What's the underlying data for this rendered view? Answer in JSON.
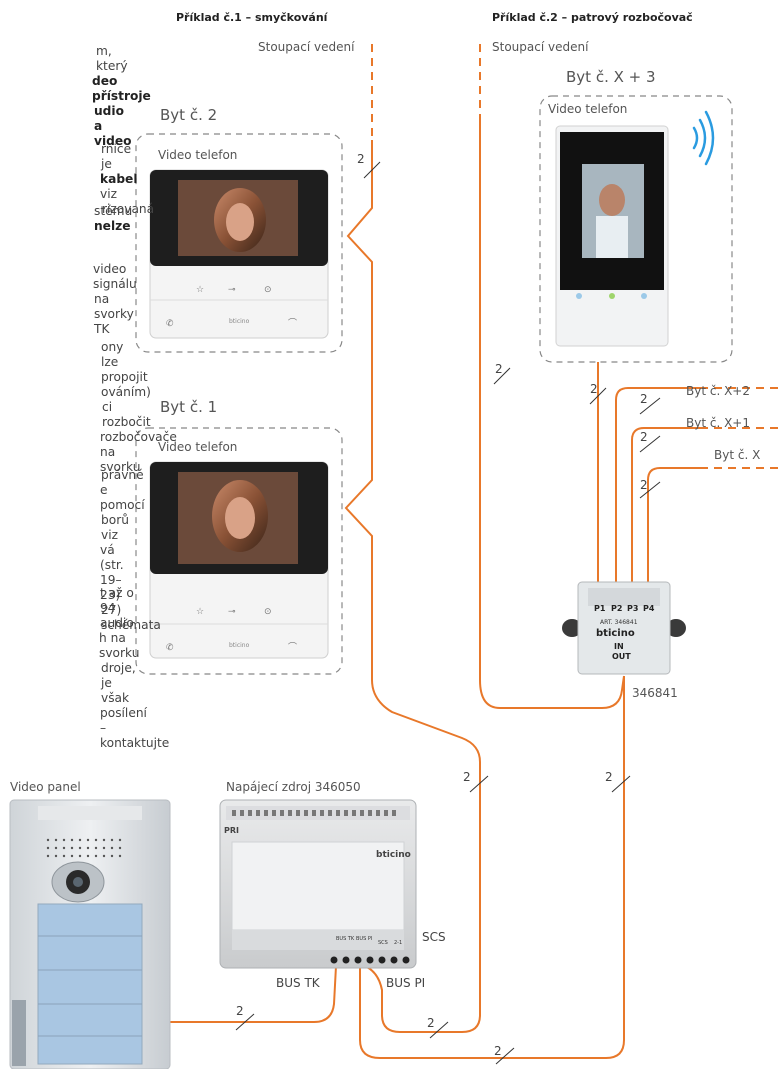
{
  "headings": {
    "example1": "Příklad č.1 – smyčkování",
    "example2": "Příklad č.2 – patrový rozbočovač"
  },
  "risers": {
    "left": "Stoupací vedení",
    "right": "Stoupací vedení"
  },
  "apartments": {
    "byt2": "Byt č. 2",
    "byt1": "Byt č. 1",
    "byt_x3": "Byt č. X + 3",
    "byt_x2": "Byt č. X+2",
    "byt_x1": "Byt č. X+1",
    "byt_x": "Byt č. X"
  },
  "devices": {
    "videophone_label": "Video telefon",
    "handset_brand": "bticino",
    "splitter_code": "346841",
    "splitter_art": "ART. 346841",
    "splitter_ports": [
      "P1",
      "P2",
      "P3",
      "P4"
    ],
    "splitter_in": "IN",
    "splitter_out": "OUT",
    "panel_label": "Video panel",
    "psu_label": "Napájecí zdroj 346050",
    "psu_pri": "PRI",
    "scs": "SCS",
    "bus_tk": "BUS TK",
    "bus_pi": "BUS PI",
    "psu_terminals": [
      "BUS TK",
      "BUS PI",
      "SCS",
      "2-1"
    ]
  },
  "wire_count": "2",
  "left_text": {
    "p1_l1": "m, který",
    "p1_l2": "deo přístroje",
    "p1_l3": "udio a video",
    "p2_l1": "rnice je",
    "p2_l2": "kabel",
    "p2_l2_suffix": " viz",
    "p2_l3": "rizovaná",
    "p3_l1": "stému ",
    "p3_l1_bold": "nelze",
    "p4_l1": "video signálu",
    "p4_l2": "na svorky TK",
    "p5_l1": "ony lze propojit",
    "p5_l2": "ováním)",
    "p5_l3": "ci rozbočit",
    "p5_l4": " rozbočovače",
    "p5_l5": " na svorku",
    "p6_l1": "právné",
    "p6_l2": "e pomocí",
    "p6_l3": "borů viz",
    "p6_l4": "vá (str. 19–23)",
    "p6_l5": "27) schémata",
    "p7_l1": "t až o 94 audio",
    "p7_l2": "h na svorku",
    "p7_l3": "droje, je však",
    "p7_l4": " posílení",
    "p7_l5": " – kontaktujte"
  },
  "colors": {
    "wire": "#e8782a",
    "dashed_box": "#888888",
    "wifi": "#2a9be0"
  }
}
